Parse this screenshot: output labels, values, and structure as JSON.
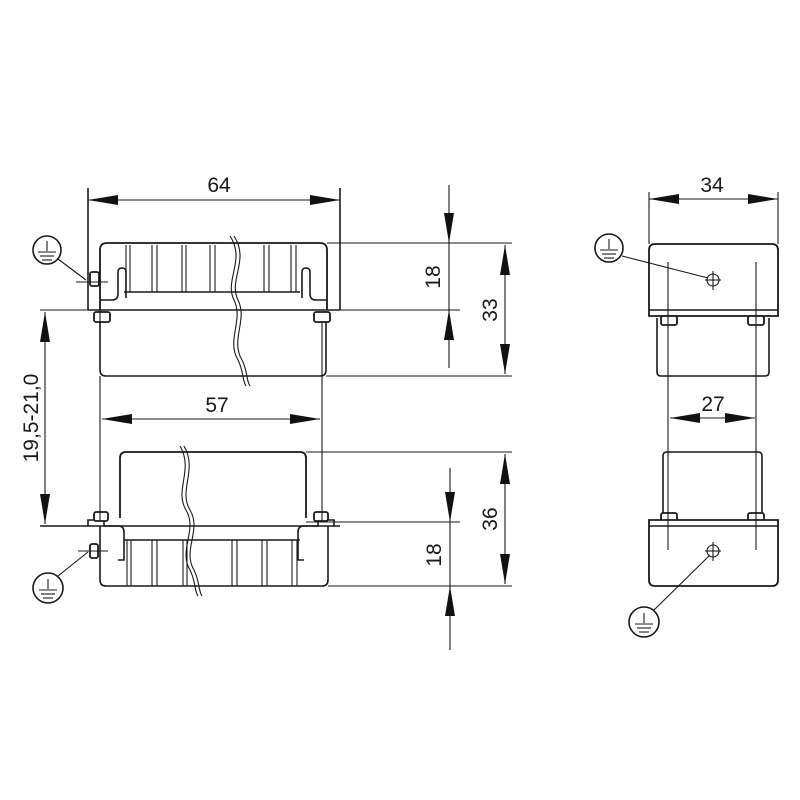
{
  "drawing": {
    "type": "connector dimension drawing",
    "units": "mm",
    "colors": {
      "line": "#1a1a1a",
      "background": "#ffffff"
    }
  },
  "front_view": {
    "dimensions": {
      "width_top": "64",
      "width_bottom": "57",
      "height_top_part": "18",
      "height_top_total": "33",
      "height_bottom_part": "18",
      "height_bottom_total": "36",
      "gap_range": "19,5-21,0"
    },
    "earth_symbols": [
      "earth-ground-icon",
      "earth-ground-icon"
    ]
  },
  "side_view": {
    "dimensions": {
      "width_outer": "34",
      "width_inner": "27"
    },
    "earth_symbols": [
      "earth-ground-icon",
      "earth-ground-icon"
    ]
  }
}
